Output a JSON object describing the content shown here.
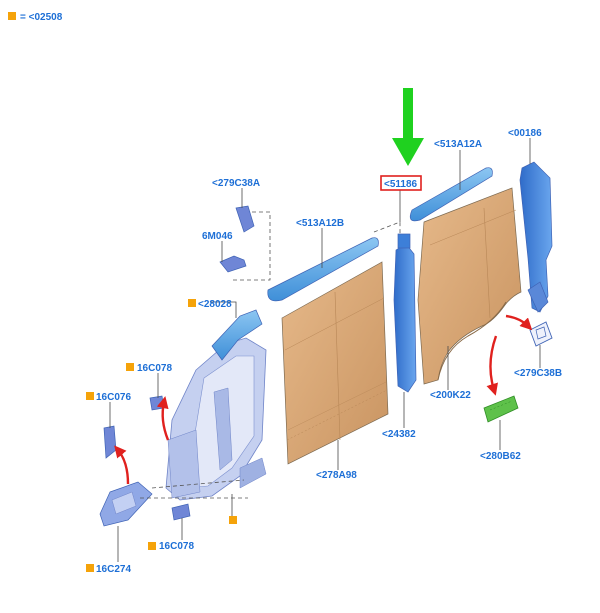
{
  "legend": {
    "symbol_color": "#f5a30a",
    "text": "= <02508"
  },
  "labels": {
    "l279C38A_top": "<279C38A",
    "l6M046": "6M046",
    "l513A12B": "<513A12B",
    "l51186": "<51186",
    "l513A12A": "<513A12A",
    "l00186": "<00186",
    "l28028": "<28028",
    "l16C078_top": "16C078",
    "l16C076": "16C076",
    "l279C38B": "<279C38B",
    "l200K22": "<200K22",
    "l24382": "<24382",
    "l280B62": "<280B62",
    "l278A98": "<278A98",
    "l16C078_bot": "16C078",
    "l16C274": "16C274"
  },
  "colors": {
    "label": "#1d6fd6",
    "panel": "#d9a570",
    "bodyside": "#b9c6ec",
    "rail": "#5aa6e6",
    "pillar": "#3d7fd8",
    "bracket": "#5a78cf",
    "garnish": "#5ec14a",
    "pointer_arrow": "#1fd11f",
    "direction_arrow": "#e0211e",
    "highlight_box": "#e0211e",
    "marker": "#f5a30a"
  },
  "icons": {
    "marker": "orange-square-icon",
    "pointer": "green-down-arrow-icon",
    "direction": "red-curved-arrow-icon"
  }
}
